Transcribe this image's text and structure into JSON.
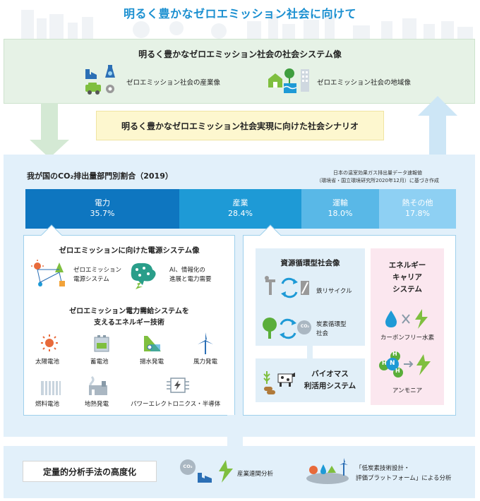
{
  "title": "明るく豊かなゼロエミッション社会に向けて",
  "system_image": {
    "title": "明るく豊かなゼロエミッション社会の社会システム像",
    "industry": "ゼロエミッション社会の産業像",
    "region": "ゼロエミッション社会の地域像"
  },
  "scenario": "明るく豊かなゼロエミッション社会実現に向けた社会シナリオ",
  "emissions": {
    "title": "我が国のCO₂排出量部門別割合（2019）",
    "source_line1": "日本の温室効果ガス排出量データ速報値",
    "source_line2": "（環境省・国立環境研究所2020年12月）に基づき作成"
  },
  "chart_data": {
    "type": "bar",
    "stacked": true,
    "orientation": "horizontal",
    "categories": [
      "電力",
      "産業",
      "運輸",
      "熱その他"
    ],
    "values": [
      35.7,
      28.4,
      18.0,
      17.8
    ],
    "labels": [
      "35.7%",
      "28.4%",
      "18.0%",
      "17.8%"
    ],
    "colors": [
      "#0e76c0",
      "#1e9ad6",
      "#59b8e7",
      "#8ed0f3"
    ]
  },
  "power": {
    "title": "ゼロエミッションに向けた電源システム像",
    "zero_l1": "ゼロエミッション",
    "zero_l2": "電源システム",
    "ai_l1": "AI、情報化の",
    "ai_l2": "進展と電力需要",
    "tech_l1": "ゼロエミッション電力需給システムを",
    "tech_l2": "支えるエネルギー技術",
    "items": [
      "太陽電池",
      "蓄電池",
      "揚水発電",
      "風力発電",
      "燃料電池",
      "地熱発電",
      "パワーエレクトロニクス・半導体"
    ]
  },
  "resource": {
    "title": "資源循環型社会像",
    "steel": "鉄リサイクル",
    "carbon_l1": "炭素循環型",
    "carbon_l2": "社会",
    "co2": "CO₂",
    "biomass_l1": "バイオマス",
    "biomass_l2": "利活用システム"
  },
  "carrier": {
    "title_l1": "エネルギー",
    "title_l2": "キャリア",
    "title_l3": "システム",
    "hydrogen": "カーボンフリー水素",
    "ammonia": "アンモニア",
    "h": "H",
    "n": "N"
  },
  "analysis": {
    "title": "定量的分析手法の高度化",
    "co2": "CO₂",
    "industry_link": "産業連関分析",
    "platform_l1": "「低炭素技術設計・",
    "platform_l2": "評価プラットフォーム」による分析"
  }
}
